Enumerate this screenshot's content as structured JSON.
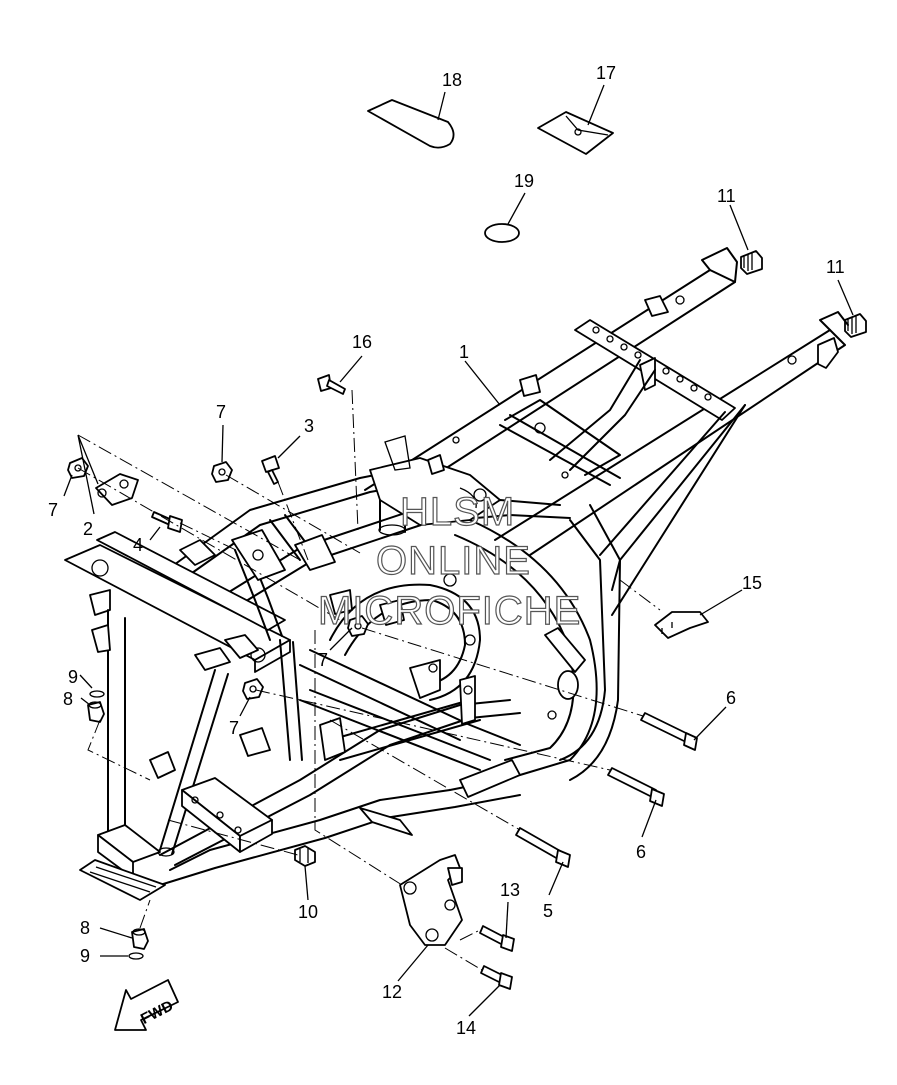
{
  "callouts": {
    "c1": "1",
    "c2": "2",
    "c3": "3",
    "c4": "4",
    "c5": "5",
    "c6a": "6",
    "c6b": "6",
    "c7a": "7",
    "c7b": "7",
    "c7c": "7",
    "c7d": "7",
    "c8a": "8",
    "c8b": "8",
    "c9a": "9",
    "c9b": "9",
    "c10": "10",
    "c11a": "11",
    "c11b": "11",
    "c12": "12",
    "c13": "13",
    "c14": "14",
    "c15": "15",
    "c16": "16",
    "c17": "17",
    "c18": "18",
    "c19": "19"
  },
  "watermark": {
    "line1": "HLSM",
    "line2": "ONLINE",
    "line3": "MICROFICHE"
  },
  "direction_arrow": {
    "label": "FWD"
  }
}
